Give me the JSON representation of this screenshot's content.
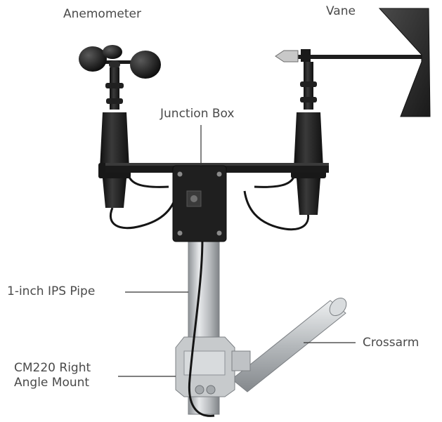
{
  "labels": {
    "anemometer": "Anemometer",
    "vane": "Vane",
    "junction_box": "Junction Box",
    "pipe": "1-inch IPS Pipe",
    "crossarm": "Crossarm",
    "mount_line1": "CM220 Right",
    "mount_line2": "Angle Mount"
  },
  "colors": {
    "label_text": "#4a4a4a",
    "leader_line": "#333333",
    "sensor_body": "#1c1c1c",
    "pipe_metal": "#b9bcbf"
  }
}
